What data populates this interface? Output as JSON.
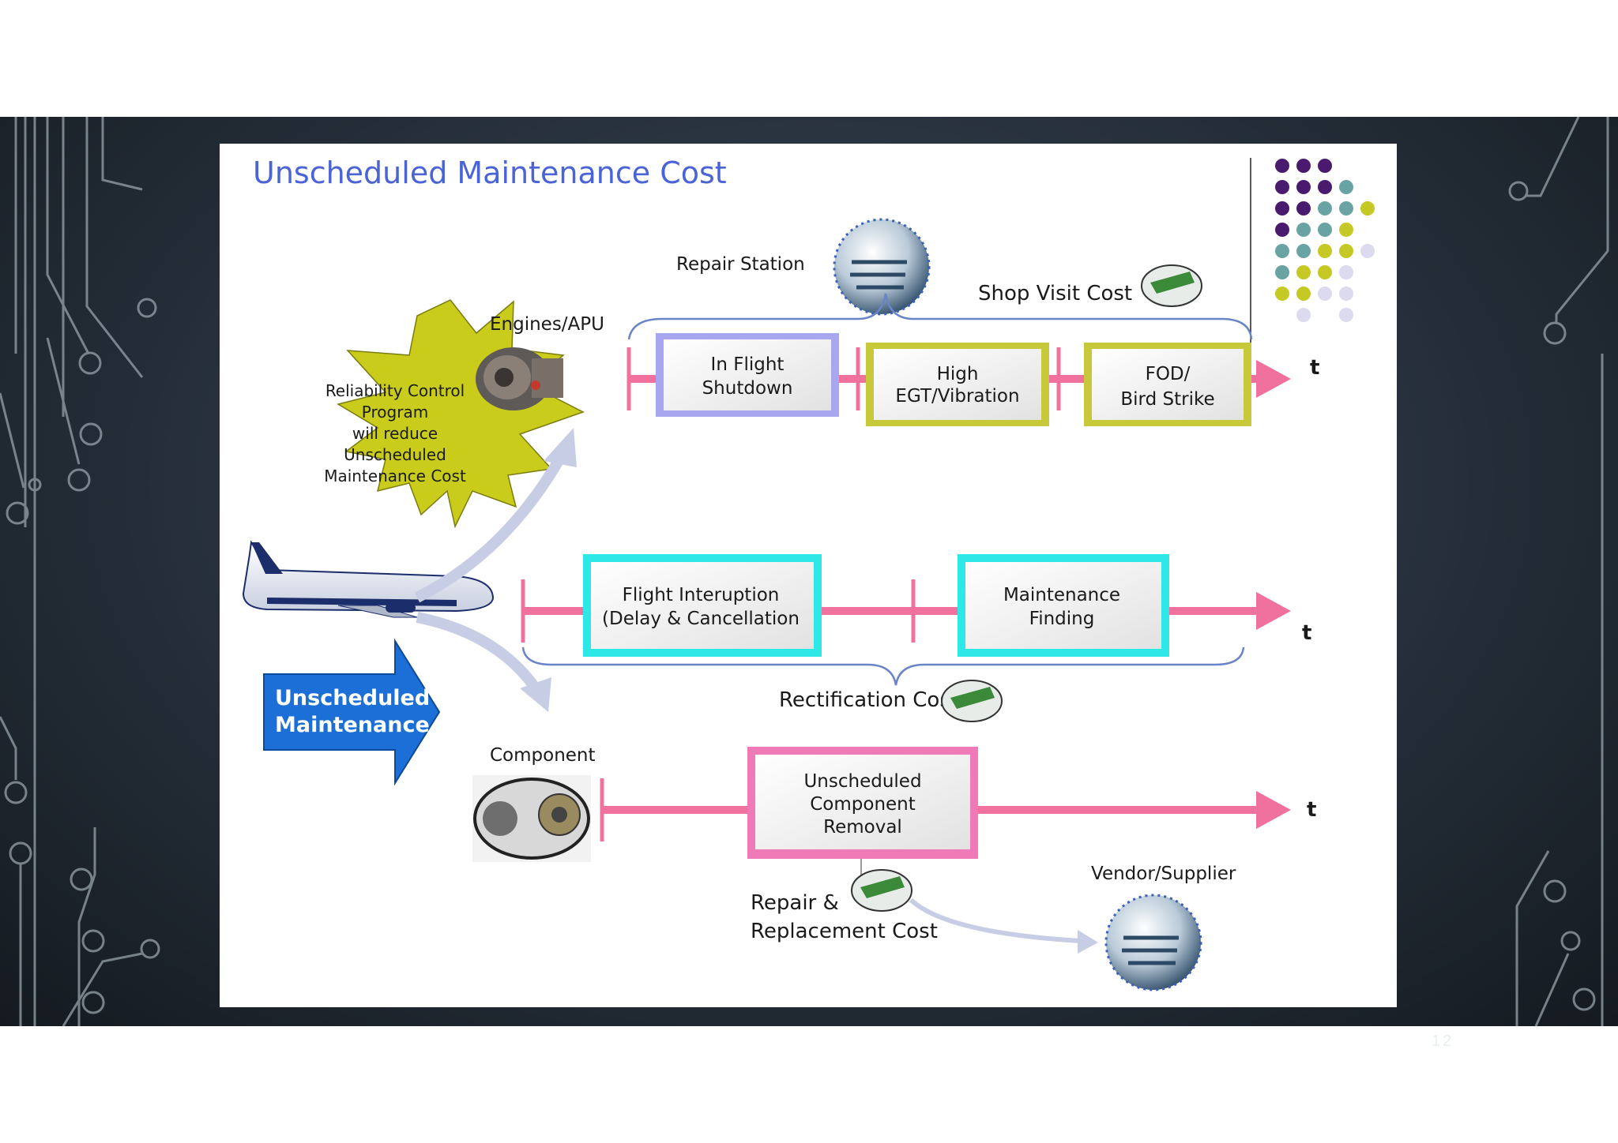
{
  "slide": {
    "page_number": "12"
  },
  "title": "Unscheduled Maintenance Cost",
  "burst": {
    "lines": [
      "Reliability Control",
      "Program",
      "will reduce",
      "Unscheduled",
      "Maintenance Cost"
    ]
  },
  "labels": {
    "engines": "Engines/APU",
    "repair_station": "Repair Station",
    "shop_visit": "Shop Visit Cost",
    "rectification": "Rectification Cost",
    "component": "Component",
    "vendor": "Vendor/Supplier",
    "repair_replace_1": "Repair &",
    "repair_replace_2": "Replacement Cost"
  },
  "unscheduled_arrow": {
    "line1": "Unscheduled",
    "line2": "Maintenance"
  },
  "timelines": {
    "engine": {
      "axis": "t",
      "boxes": [
        {
          "lines": [
            "In Flight",
            "Shutdown"
          ],
          "color": "#a9a6f0"
        },
        {
          "lines": [
            "High",
            "EGT/Vibration"
          ],
          "color": "#c7c93a"
        },
        {
          "lines": [
            "FOD/",
            "Bird Strike"
          ],
          "color": "#c7c93a"
        }
      ]
    },
    "aircraft": {
      "axis": "t",
      "boxes": [
        {
          "lines": [
            "Flight Interuption",
            "(Delay & Cancellation"
          ],
          "color": "#2ee8e8"
        },
        {
          "lines": [
            "Maintenance",
            "Finding"
          ],
          "color": "#2ee8e8"
        }
      ]
    },
    "component": {
      "axis": "t",
      "boxes": [
        {
          "lines": [
            "Unscheduled",
            "Component",
            "Removal"
          ],
          "color": "#f07ab8"
        }
      ]
    }
  },
  "colors": {
    "timeline": "#f0709e",
    "title": "#4a63d6",
    "burst_fill": "#c9cc1a",
    "arrow_fill": "#1c6fd6",
    "dots_purple": "#4a1a6e",
    "dots_teal": "#6aa3a3",
    "dots_olive": "#c5c825",
    "dots_lavender": "#dcdaee"
  }
}
